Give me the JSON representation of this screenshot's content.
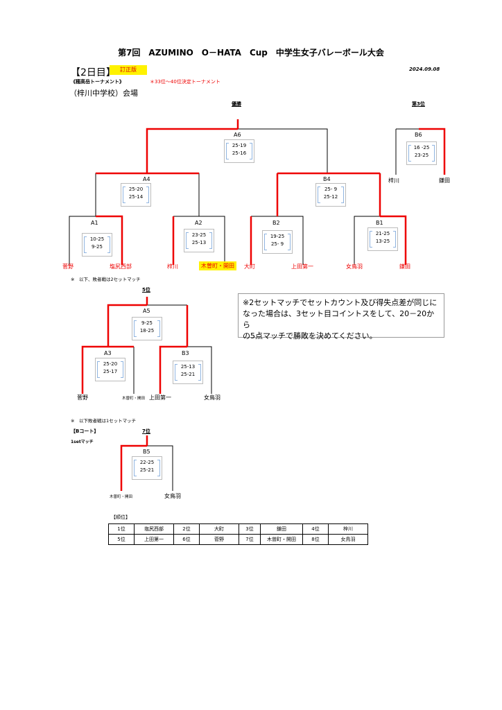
{
  "header": {
    "title": "第7回　AZUMINO　O－HATA　Cup　中学生女子バレーボール大会",
    "day": "【2日目】",
    "badge": "訂正版",
    "date": "2024.09.08",
    "subtitle": "《穂高岳トーナメント》",
    "subtitle_note": "＊33位～40位決定トーナメント",
    "venue": "（梓川中学校）会場"
  },
  "main_bracket": {
    "final_label": "優勝",
    "third_label": "第3位",
    "matches": {
      "A6": {
        "label": "A6",
        "scores": [
          "25-19",
          "25-16"
        ]
      },
      "A4": {
        "label": "A4",
        "scores": [
          "25-20",
          "25-14"
        ]
      },
      "B4": {
        "label": "B4",
        "scores": [
          "25- 9",
          "25-12"
        ]
      },
      "A1": {
        "label": "A1",
        "scores": [
          "10-25",
          "9-25"
        ]
      },
      "A2": {
        "label": "A2",
        "scores": [
          "23-25",
          "25-13"
        ]
      },
      "B2": {
        "label": "B2",
        "scores": [
          "19-25",
          "25- 9"
        ]
      },
      "B1": {
        "label": "B1",
        "scores": [
          "21-25",
          "13-25"
        ]
      },
      "B6": {
        "label": "B6",
        "scores": [
          "16 -25",
          "23-25"
        ]
      }
    },
    "teams": [
      "菅野",
      "塩尻西部",
      "梓川",
      "木曽町・開田",
      "大町",
      "上田第一",
      "女鳥羽",
      "鎌田"
    ],
    "third_teams": [
      "梓川",
      "鎌田"
    ]
  },
  "note_loser2": "※　以下、敗者戦は2セットマッチ",
  "fifth_bracket": {
    "label": "5位",
    "matches": {
      "A5": {
        "label": "A5",
        "scores": [
          "9-25",
          "18-25"
        ]
      },
      "A3": {
        "label": "A3",
        "scores": [
          "25-20",
          "25-17"
        ]
      },
      "B3": {
        "label": "B3",
        "scores": [
          "25-13",
          "25-21"
        ]
      }
    },
    "teams": [
      "菅野",
      "木曽町・開田",
      "上田第一",
      "女鳥羽"
    ]
  },
  "rule_note": {
    "line1": "※2セットマッチでセットカウント及び得失点差が同じに",
    "line2": "なった場合は、3セット目コイントスをして、20－20から",
    "line3": "の5点マッチで勝敗を決めてください。"
  },
  "note_loser1": "※　以下敗者戦は1セットマッチ",
  "court_label": "【Bコート】",
  "set_label": "1setマッチ",
  "seventh_bracket": {
    "label": "7位",
    "match": {
      "label": "B5",
      "scores": [
        "22-25",
        "25-21"
      ]
    },
    "teams": [
      "木曽町・開田",
      "女鳥羽"
    ]
  },
  "ranking": {
    "title": "【順位】",
    "rows": [
      [
        "1位",
        "塩尻西部",
        "2位",
        "大町",
        "3位",
        "鎌田",
        "4位",
        "梓川"
      ],
      [
        "5位",
        "上田第一",
        "6位",
        "菅野",
        "7位",
        "木曽町・開田",
        "8位",
        "女鳥羽"
      ]
    ]
  },
  "colors": {
    "winner_line": "#e00000",
    "badge_bg": "#fff200",
    "bracket_paren": "#8fb4e0"
  }
}
